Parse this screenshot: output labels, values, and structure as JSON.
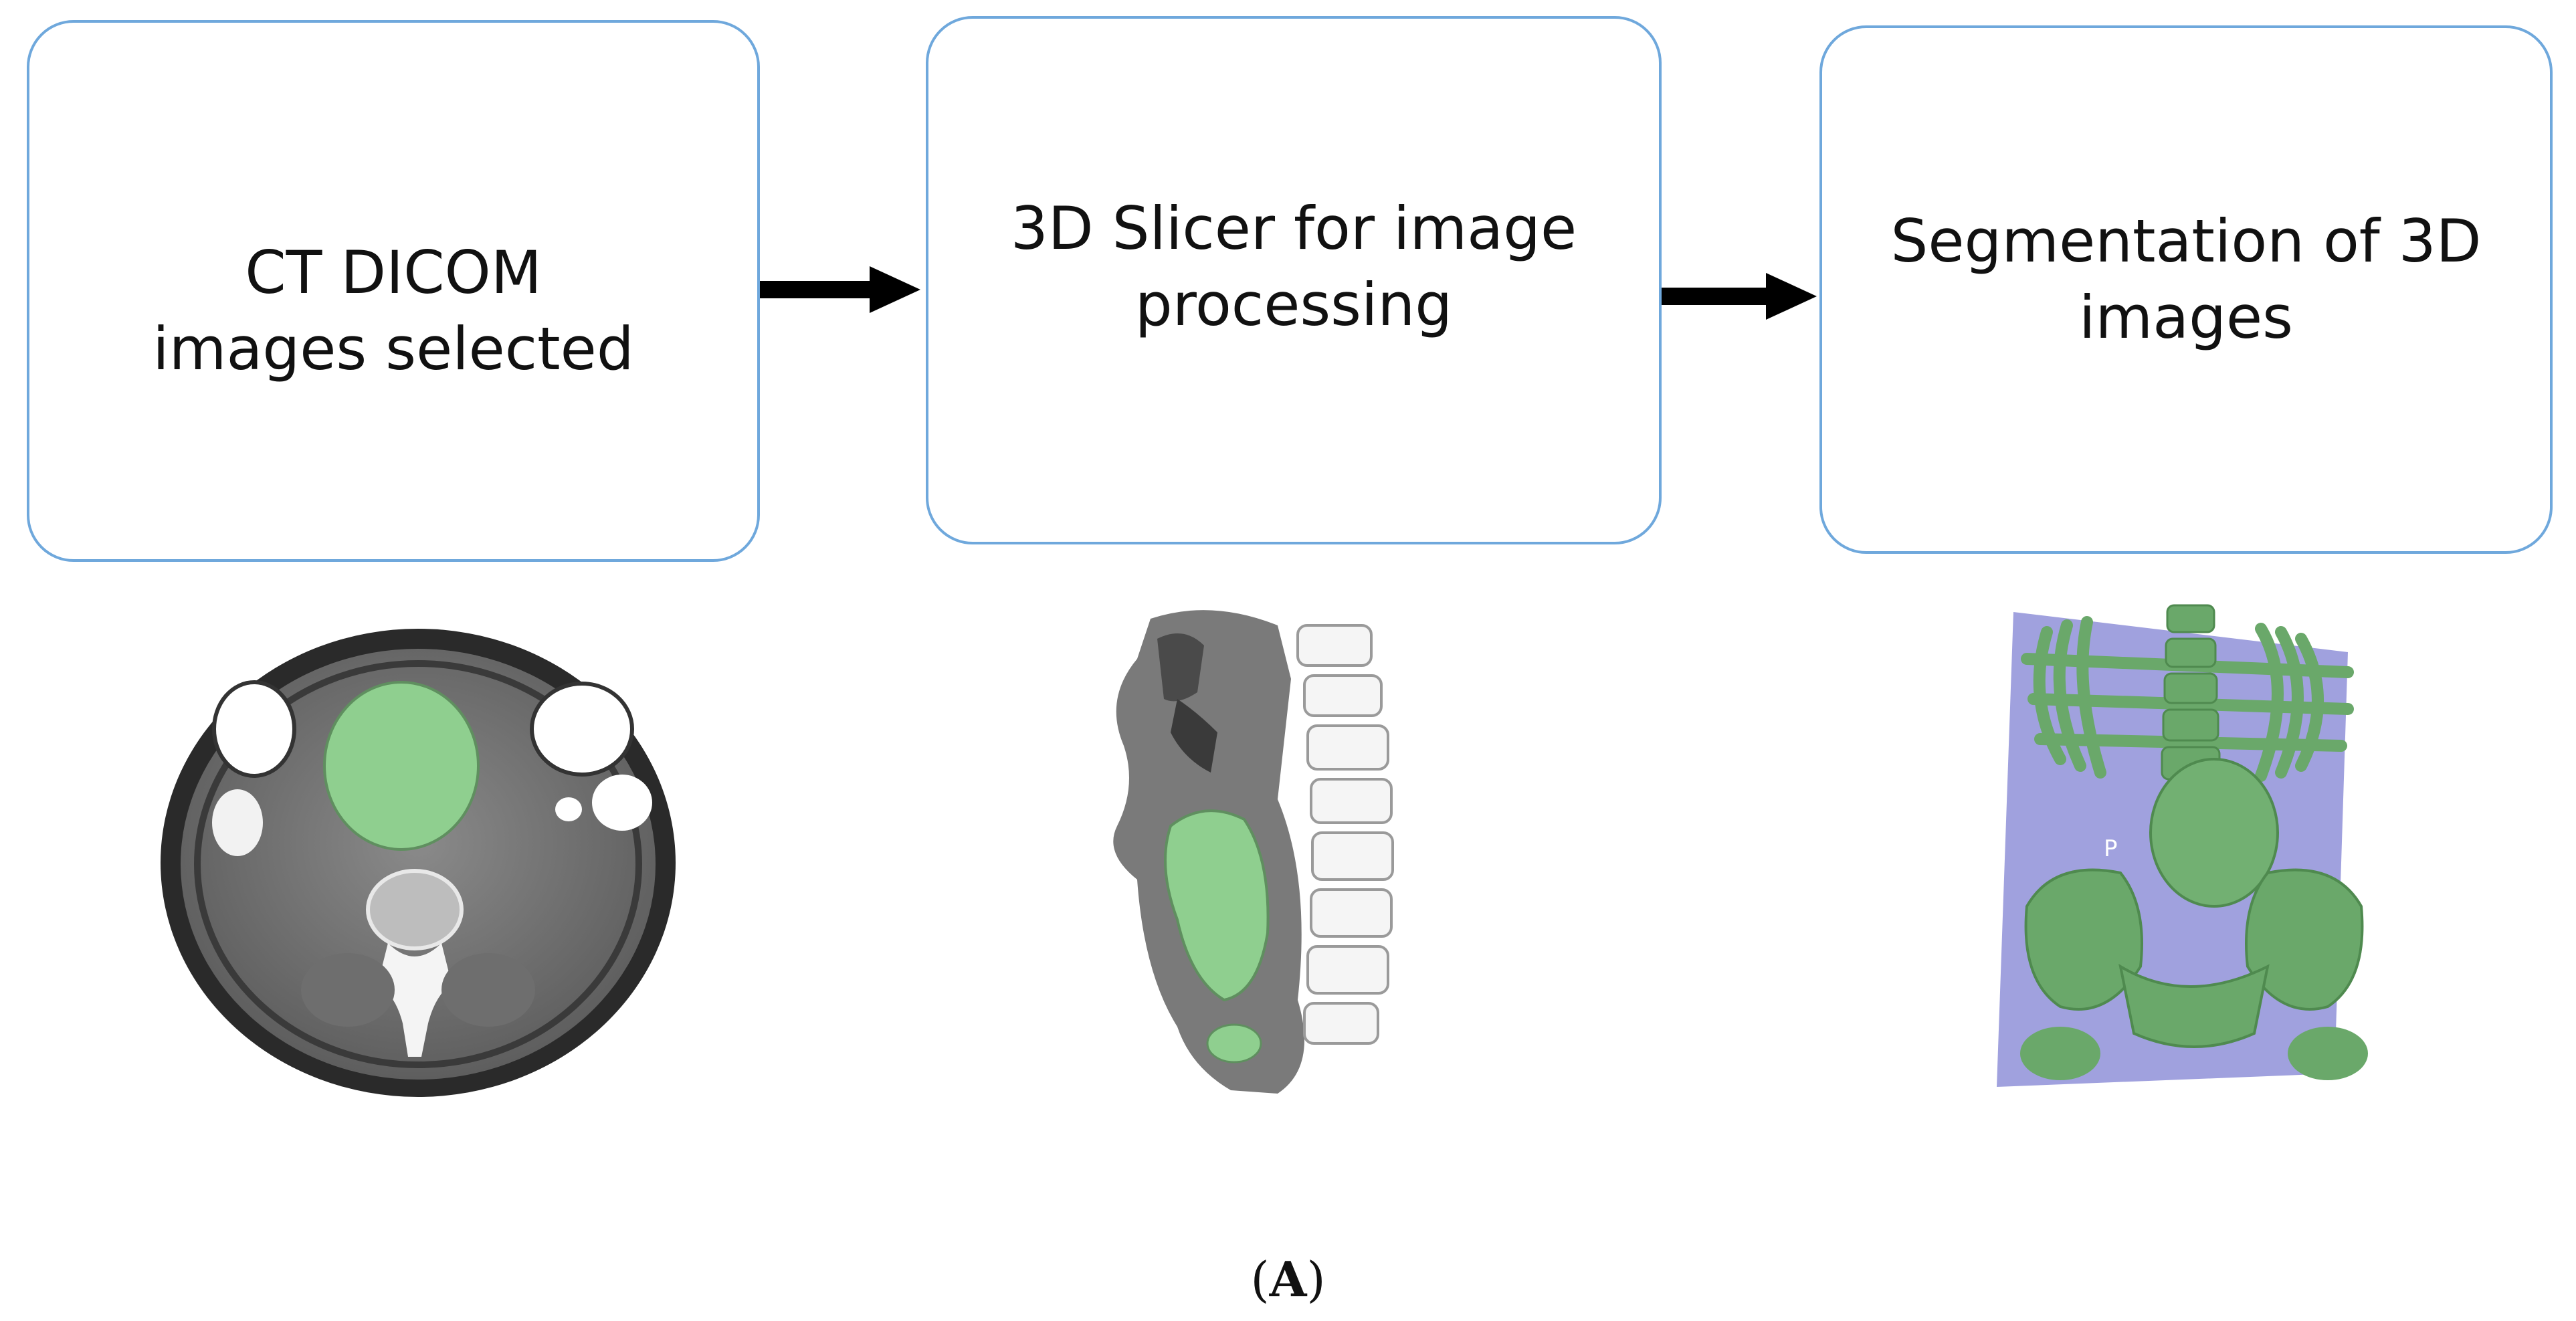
{
  "steps": [
    {
      "label": "CT DICOM\nimages selected"
    },
    {
      "label": "3D Slicer for image\nprocessing"
    },
    {
      "label": "Segmentation of 3D\nimages"
    }
  ],
  "segmentation_view_marker": "P",
  "caption": {
    "open": "(",
    "letter": "A",
    "close": ")"
  },
  "colors": {
    "box_border": "#6fa8dc",
    "arrow": "#000000",
    "segmentation_green": "#7fb87f",
    "volume_plane": "#8f90d8"
  }
}
